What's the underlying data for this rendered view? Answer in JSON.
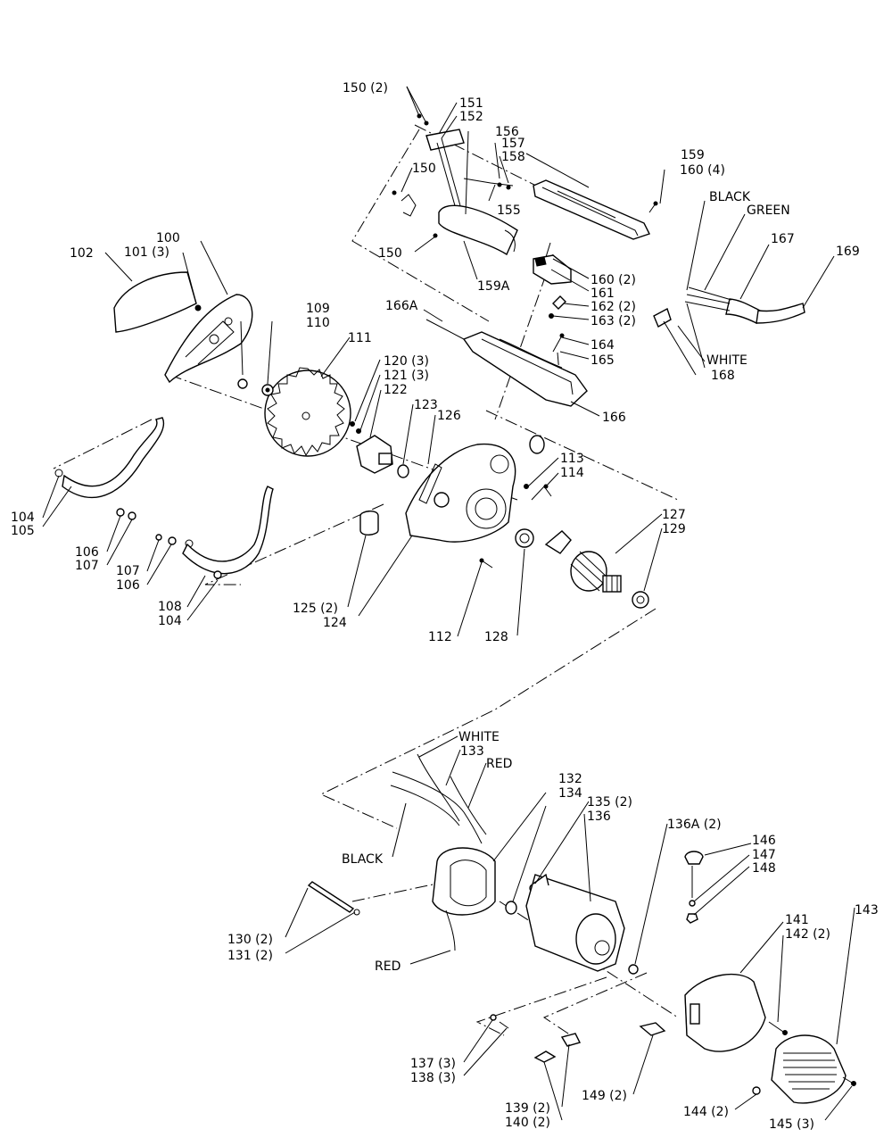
{
  "labels": {
    "p100": "100",
    "p101": "101 (3)",
    "p102": "102",
    "p104a": "104",
    "p104b": "104",
    "p105": "105",
    "p106a": "106",
    "p106b": "106",
    "p107a": "107",
    "p107b": "107",
    "p108": "108",
    "p109": "109",
    "p110": "110",
    "p111": "111",
    "p112": "112",
    "p113": "113",
    "p114": "114",
    "p120": "120 (3)",
    "p121": "121 (3)",
    "p122": "122",
    "p123": "123",
    "p124": "124",
    "p125": "125 (2)",
    "p126": "126",
    "p127": "127",
    "p128": "128",
    "p129": "129",
    "p130": "130 (2)",
    "p131": "131 (2)",
    "p132": "132",
    "p133": "133",
    "p134": "134",
    "p135": "135 (2)",
    "p136": "136",
    "p136a": "136A (2)",
    "p137": "137 (3)",
    "p138": "138 (3)",
    "p139": "139 (2)",
    "p140": "140 (2)",
    "p141": "141",
    "p142": "142 (2)",
    "p143": "143",
    "p144": "144 (2)",
    "p145": "145 (3)",
    "p146": "146",
    "p147": "147",
    "p148": "148",
    "p149": "149 (2)",
    "p150a": "150 (2)",
    "p150b": "150",
    "p150c": "150",
    "p151": "151",
    "p152": "152",
    "p155": "155",
    "p156": "156",
    "p157": "157",
    "p158": "158",
    "p159": "159",
    "p159a": "159A",
    "p160a": "160 (4)",
    "p160b": "160 (2)",
    "p161": "161",
    "p162": "162 (2)",
    "p163": "163 (2)",
    "p164": "164",
    "p165": "165",
    "p166": "166",
    "p166a": "166A",
    "p167": "167",
    "p168": "168",
    "p169": "169"
  },
  "wire_labels": {
    "black_top": "BLACK",
    "green_top": "GREEN",
    "white_top": "WHITE",
    "white_mid": "WHITE",
    "red_mid": "RED",
    "black_mid": "BLACK",
    "red_low": "RED"
  }
}
